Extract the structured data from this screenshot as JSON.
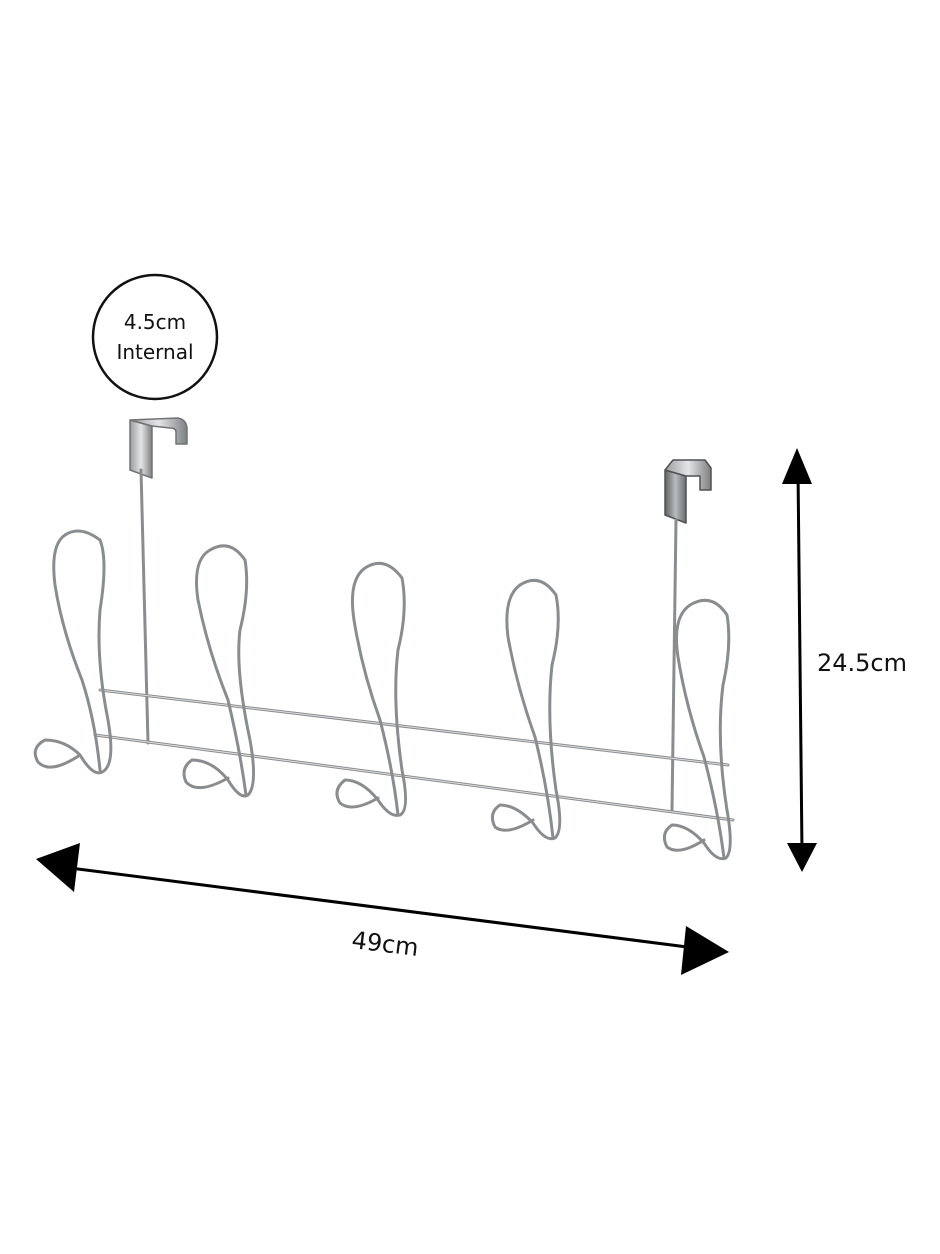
{
  "badge": {
    "line1": "4.5cm",
    "line2": "Internal"
  },
  "dimensions": {
    "height": "24.5cm",
    "width": "49cm"
  },
  "colors": {
    "wire": "#8a8d90",
    "wire_highlight": "#d8dadc",
    "ink": "#000000"
  },
  "hook_count": 5
}
